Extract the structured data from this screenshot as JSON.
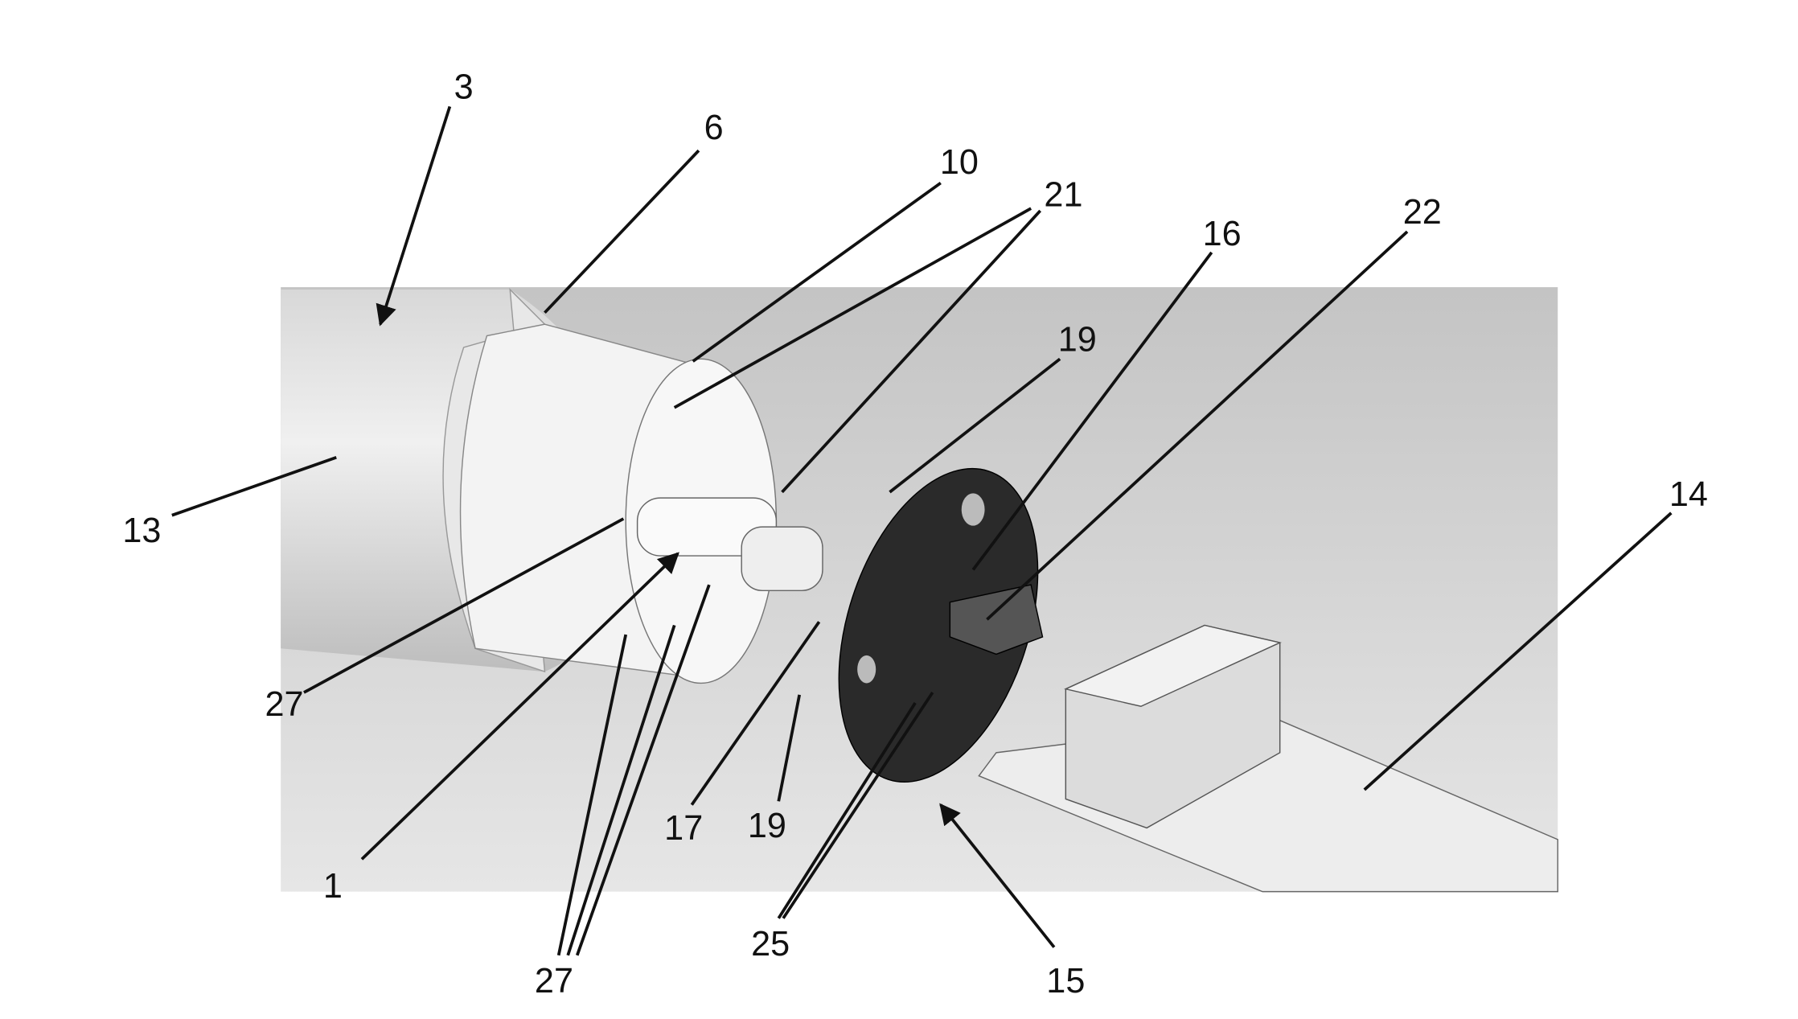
{
  "figure": {
    "labels": {
      "l3": "3",
      "l6": "6",
      "l10": "10",
      "l21": "21",
      "l16": "16",
      "l22": "22",
      "l19a": "19",
      "l14": "14",
      "l13": "13",
      "l27a": "27",
      "l1": "1",
      "l17": "17",
      "l19b": "19",
      "l25": "25",
      "l27b": "27",
      "l15": "15"
    }
  }
}
